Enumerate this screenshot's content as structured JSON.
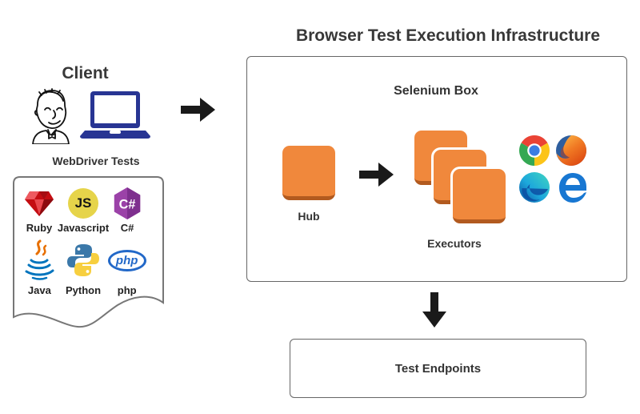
{
  "title": "Browser Test Execution Infrastructure",
  "client": {
    "heading": "Client",
    "tests_label": "WebDriver Tests",
    "icons": [
      "jenkins-butler-icon",
      "laptop-icon"
    ],
    "languages": [
      {
        "label": "Ruby"
      },
      {
        "label": "Javascript",
        "badge": "JS"
      },
      {
        "label": "C#",
        "badge": "C#"
      },
      {
        "label": "Java"
      },
      {
        "label": "Python"
      },
      {
        "label": "php",
        "badge": "php"
      }
    ]
  },
  "selenium_box": {
    "heading": "Selenium Box",
    "hub_label": "Hub",
    "executors_label": "Executors",
    "browsers": [
      "Chrome",
      "Firefox",
      "Microsoft Edge",
      "Internet Explorer"
    ]
  },
  "endpoints": {
    "label": "Test Endpoints"
  },
  "colors": {
    "orange": "#F0883C",
    "orange_edge": "#B25A1F",
    "laptop_navy": "#283593",
    "box_border": "#666666",
    "arrow_black": "#1A1A1A",
    "text": "#333333",
    "js_yellow": "#E6D44A",
    "csharp_purple": "#9B42A8",
    "php_blue": "#2268C8",
    "java_blue": "#0074BD",
    "java_orange": "#E76F00",
    "ruby_red": "#C40D12"
  }
}
